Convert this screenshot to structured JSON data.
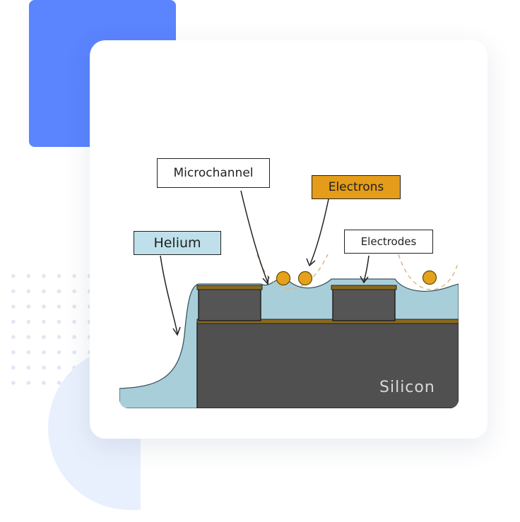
{
  "diagram": {
    "labels": {
      "microchannel": "Microchannel",
      "electrons": "Electrons",
      "helium": "Helium",
      "electrodes": "Electrodes",
      "silicon": "Silicon"
    },
    "colors": {
      "accent_blue": "#5b84ff",
      "helium": "#a8cfd9",
      "silicon": "#505050",
      "electrode": "#8a6a20",
      "electron": "#e4a11b",
      "electrons_label_bg": "#e49c1a",
      "helium_label_bg": "#bfe0ea"
    }
  }
}
